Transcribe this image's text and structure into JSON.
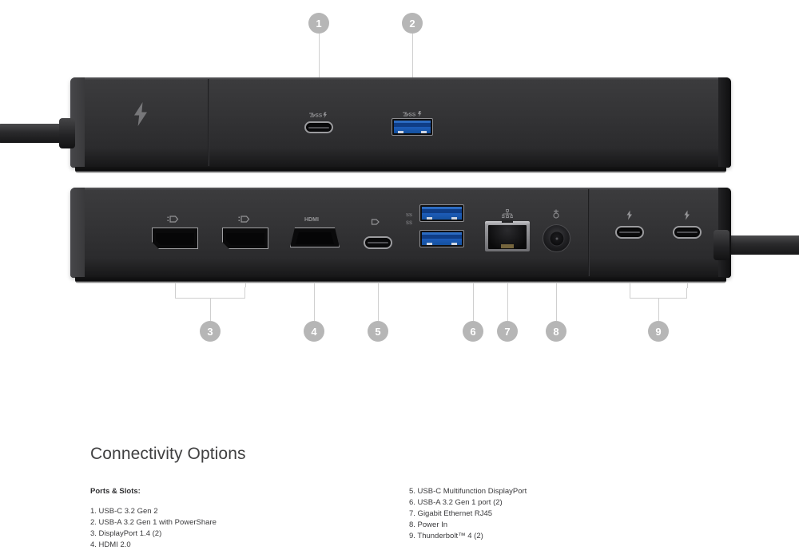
{
  "section": {
    "title": "Connectivity Options",
    "subhead": "Ports & Slots:"
  },
  "ports_left": [
    "1. USB-C 3.2 Gen 2",
    "2. USB-A 3.2 Gen 1 with PowerShare",
    "3. DisplayPort 1.4 (2)",
    "4. HDMI 2.0"
  ],
  "ports_right": [
    "5. USB-C Multifunction DisplayPort",
    "6. USB-A 3.2 Gen 1 port (2)",
    "7. Gigabit Ethernet RJ45",
    "8. Power In",
    "9. Thunderbolt™ 4 (2)"
  ],
  "callouts": [
    {
      "id": "1",
      "label": "1"
    },
    {
      "id": "2",
      "label": "2"
    },
    {
      "id": "3",
      "label": "3"
    },
    {
      "id": "4",
      "label": "4"
    },
    {
      "id": "5",
      "label": "5"
    },
    {
      "id": "6",
      "label": "6"
    },
    {
      "id": "7",
      "label": "7"
    },
    {
      "id": "8",
      "label": "8"
    },
    {
      "id": "9",
      "label": "9"
    }
  ],
  "colors": {
    "background": "#ffffff",
    "chassis": "#343436",
    "callout_badge": "#b6b6b6",
    "callout_label": "#ffffff",
    "leader_line": "#cfcfcf",
    "usb_blue": "#1e5dbb",
    "rj45_metal": "#9d9da1",
    "rj45_pins": "#d8b867",
    "title_text": "#3f3f40",
    "body_text": "#3a3a3c"
  },
  "views": {
    "front": {
      "name": "front-view",
      "logo": "thunderbolt-logo",
      "ports": [
        {
          "name": "usb-c-port-front",
          "type": "usb-c",
          "marking": "superspeed-icon",
          "callout": "1"
        },
        {
          "name": "usb-a-port-front",
          "type": "usb-a",
          "marking": "superspeed-powershare-icon",
          "callout": "2"
        }
      ]
    },
    "rear": {
      "name": "rear-view",
      "ports": [
        {
          "name": "displayport-1",
          "type": "displayport",
          "marking": "displayport-icon",
          "callout": "3"
        },
        {
          "name": "displayport-2",
          "type": "displayport",
          "marking": "displayport-icon",
          "callout": "3"
        },
        {
          "name": "hdmi-port",
          "type": "hdmi",
          "marking": "hdmi-icon",
          "callout": "4"
        },
        {
          "name": "usb-c-multifunction-port",
          "type": "usb-c",
          "marking": "displayport-icon",
          "callout": "5"
        },
        {
          "name": "usb-a-port-upper",
          "type": "usb-a",
          "marking": "superspeed-icon",
          "callout": "6"
        },
        {
          "name": "usb-a-port-lower",
          "type": "usb-a",
          "marking": "superspeed-icon",
          "callout": "6"
        },
        {
          "name": "ethernet-rj45-port",
          "type": "rj45",
          "marking": "network-icon",
          "callout": "7"
        },
        {
          "name": "power-in-jack",
          "type": "power",
          "marking": "power-icon",
          "callout": "8"
        },
        {
          "name": "thunderbolt-port-1",
          "type": "usb-c",
          "marking": "thunderbolt-icon",
          "callout": "9"
        },
        {
          "name": "thunderbolt-port-2",
          "type": "usb-c",
          "marking": "thunderbolt-icon",
          "callout": "9"
        }
      ]
    }
  }
}
